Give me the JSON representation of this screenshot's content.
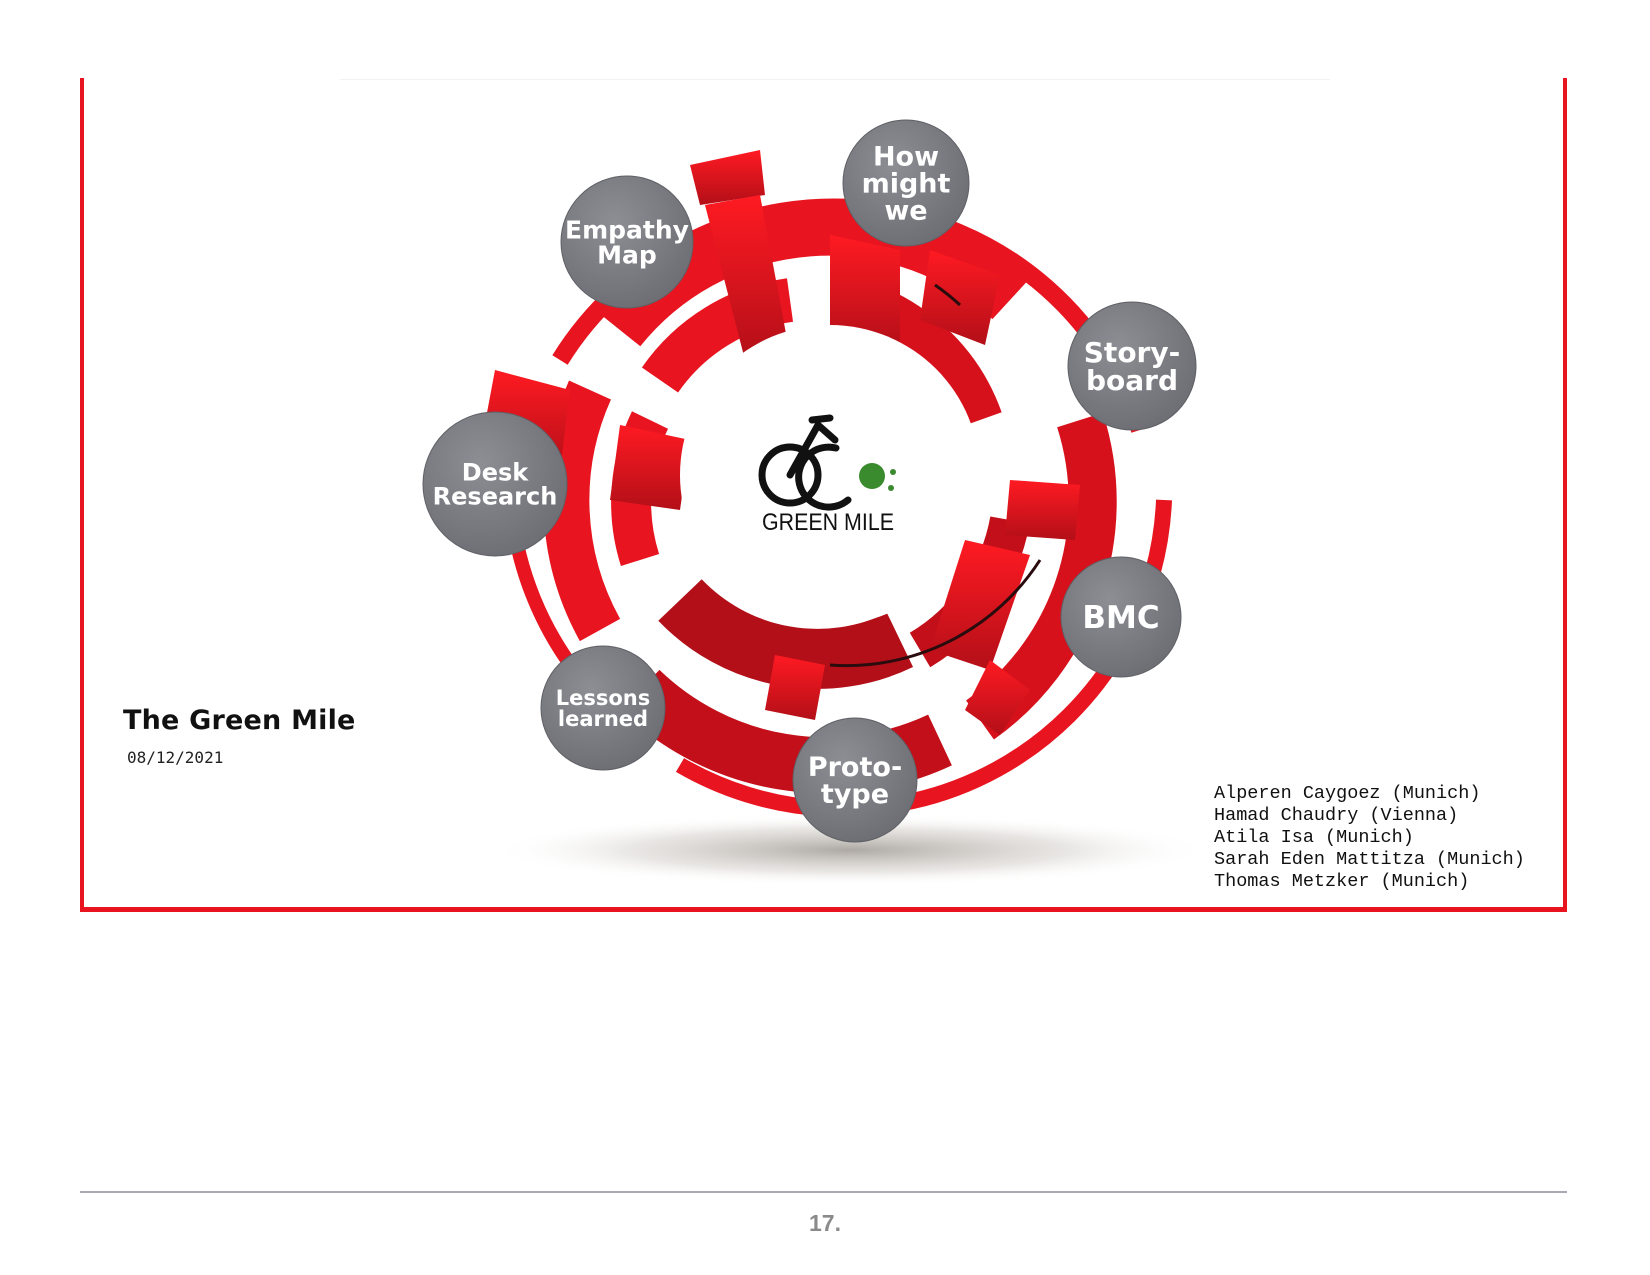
{
  "slide": {
    "title": "The Green Mile",
    "date": "08/12/2021",
    "team": [
      "Alperen Caygoez (Munich)",
      "Hamad Chaudry (Vienna)",
      "Atila Isa (Munich)",
      "Sarah Eden Mattitza (Munich)",
      "Thomas Metzker (Munich)"
    ]
  },
  "logo": {
    "text": "GREEN MILE"
  },
  "wheel": {
    "stages": [
      {
        "id": "how",
        "lines": [
          "How",
          "might",
          "we"
        ]
      },
      {
        "id": "story",
        "lines": [
          "Story-",
          "board"
        ]
      },
      {
        "id": "bmc",
        "lines": [
          "BMC"
        ]
      },
      {
        "id": "proto",
        "lines": [
          "Proto-",
          "type"
        ]
      },
      {
        "id": "lessons",
        "lines": [
          "Lessons",
          "learned"
        ]
      },
      {
        "id": "desk",
        "lines": [
          "Desk",
          "Research"
        ]
      },
      {
        "id": "empathy",
        "lines": [
          "Empathy",
          "Map"
        ]
      }
    ]
  },
  "footer": {
    "page_number": "17."
  },
  "colors": {
    "accent": "#e8141f",
    "bubble": "#7c7d83",
    "logo_dot": "#3a8a2e"
  }
}
